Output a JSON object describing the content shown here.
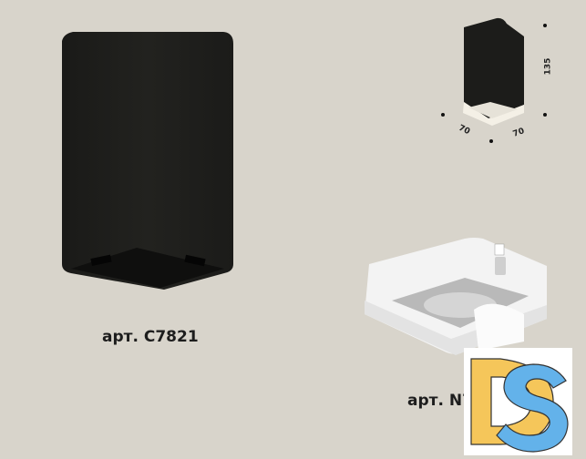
{
  "products": [
    {
      "label": "арт. C7821"
    },
    {
      "label": "арт. N7"
    }
  ],
  "dimensions": {
    "width": "70",
    "depth": "70",
    "height": "135"
  },
  "logo": {
    "text": "DS",
    "colors": {
      "d": "#f5c65a",
      "s": "#63b2ea"
    }
  }
}
